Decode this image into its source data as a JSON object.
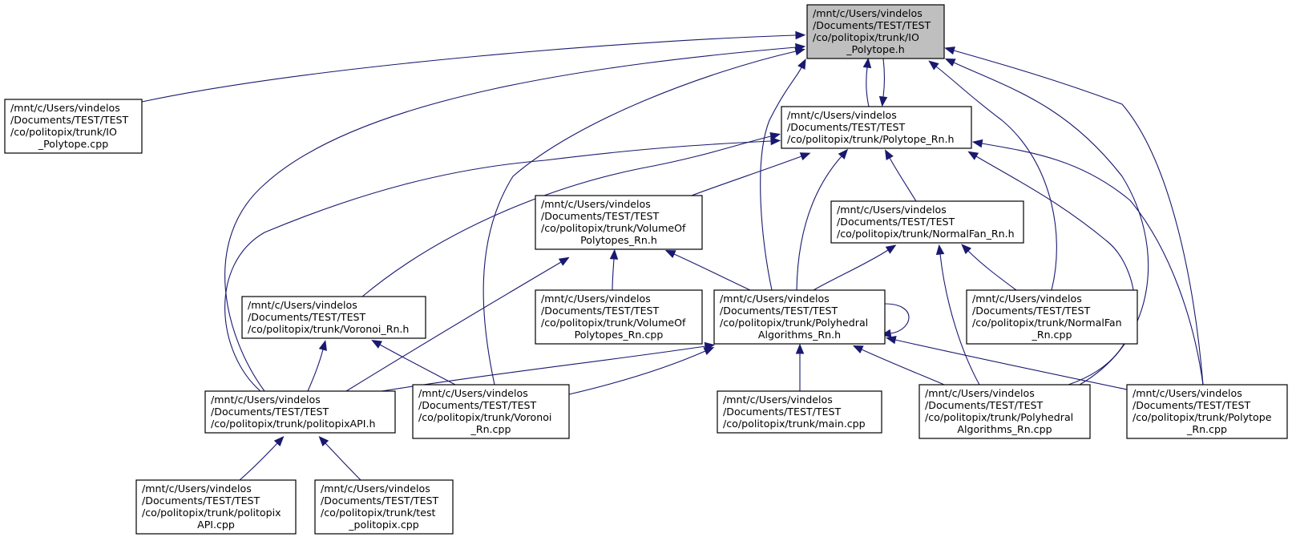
{
  "graph": {
    "nodes": [
      {
        "id": "io_h",
        "focus": true,
        "lines": [
          "/mnt/c/Users/vindelos",
          "/Documents/TEST/TEST",
          "/co/politopix/trunk/IO",
          "_Polytope.h"
        ]
      },
      {
        "id": "io_cpp",
        "lines": [
          "/mnt/c/Users/vindelos",
          "/Documents/TEST/TEST",
          "/co/politopix/trunk/IO",
          "_Polytope.cpp"
        ]
      },
      {
        "id": "polytope_h",
        "lines": [
          "/mnt/c/Users/vindelos",
          "/Documents/TEST/TEST",
          "/co/politopix/trunk/Polytope_Rn.h"
        ]
      },
      {
        "id": "volume_h",
        "lines": [
          "/mnt/c/Users/vindelos",
          "/Documents/TEST/TEST",
          "/co/politopix/trunk/VolumeOf",
          "Polytopes_Rn.h"
        ]
      },
      {
        "id": "normalfan_h",
        "lines": [
          "/mnt/c/Users/vindelos",
          "/Documents/TEST/TEST",
          "/co/politopix/trunk/NormalFan_Rn.h"
        ]
      },
      {
        "id": "voronoi_h",
        "lines": [
          "/mnt/c/Users/vindelos",
          "/Documents/TEST/TEST",
          "/co/politopix/trunk/Voronoi_Rn.h"
        ]
      },
      {
        "id": "volume_cpp",
        "lines": [
          "/mnt/c/Users/vindelos",
          "/Documents/TEST/TEST",
          "/co/politopix/trunk/VolumeOf",
          "Polytopes_Rn.cpp"
        ]
      },
      {
        "id": "polyhedral_h",
        "lines": [
          "/mnt/c/Users/vindelos",
          "/Documents/TEST/TEST",
          "/co/politopix/trunk/Polyhedral",
          "Algorithms_Rn.h"
        ]
      },
      {
        "id": "normalfan_cpp",
        "lines": [
          "/mnt/c/Users/vindelos",
          "/Documents/TEST/TEST",
          "/co/politopix/trunk/NormalFan",
          "_Rn.cpp"
        ]
      },
      {
        "id": "api_h",
        "lines": [
          "/mnt/c/Users/vindelos",
          "/Documents/TEST/TEST",
          "/co/politopix/trunk/politopixAPI.h"
        ]
      },
      {
        "id": "voronoi_cpp",
        "lines": [
          "/mnt/c/Users/vindelos",
          "/Documents/TEST/TEST",
          "/co/politopix/trunk/Voronoi",
          "_Rn.cpp"
        ]
      },
      {
        "id": "main_cpp",
        "lines": [
          "/mnt/c/Users/vindelos",
          "/Documents/TEST/TEST",
          "/co/politopix/trunk/main.cpp"
        ]
      },
      {
        "id": "polyhedral_cpp",
        "lines": [
          "/mnt/c/Users/vindelos",
          "/Documents/TEST/TEST",
          "/co/politopix/trunk/Polyhedral",
          "Algorithms_Rn.cpp"
        ]
      },
      {
        "id": "polytope_cpp",
        "lines": [
          "/mnt/c/Users/vindelos",
          "/Documents/TEST/TEST",
          "/co/politopix/trunk/Polytope",
          "_Rn.cpp"
        ]
      },
      {
        "id": "api_cpp",
        "lines": [
          "/mnt/c/Users/vindelos",
          "/Documents/TEST/TEST",
          "/co/politopix/trunk/politopix",
          "API.cpp"
        ]
      },
      {
        "id": "test_cpp",
        "lines": [
          "/mnt/c/Users/vindelos",
          "/Documents/TEST/TEST",
          "/co/politopix/trunk/test",
          "_politopix.cpp"
        ]
      }
    ],
    "edges": [
      {
        "from": "io_cpp",
        "to": "io_h"
      },
      {
        "from": "api_h",
        "to": "io_h"
      },
      {
        "from": "voronoi_cpp",
        "to": "io_h"
      },
      {
        "from": "polyhedral_h",
        "to": "io_h"
      },
      {
        "from": "polytope_h",
        "to": "io_h"
      },
      {
        "from": "io_h",
        "to": "polytope_h"
      },
      {
        "from": "normalfan_cpp",
        "to": "io_h"
      },
      {
        "from": "polyhedral_cpp",
        "to": "io_h"
      },
      {
        "from": "polytope_cpp",
        "to": "io_h"
      },
      {
        "from": "volume_h",
        "to": "polytope_h"
      },
      {
        "from": "voronoi_h",
        "to": "polytope_h"
      },
      {
        "from": "api_h",
        "to": "polytope_h"
      },
      {
        "from": "polyhedral_h",
        "to": "polytope_h"
      },
      {
        "from": "normalfan_h",
        "to": "polytope_h"
      },
      {
        "from": "polyhedral_cpp",
        "to": "polytope_h"
      },
      {
        "from": "polytope_cpp",
        "to": "polytope_h"
      },
      {
        "from": "volume_cpp",
        "to": "volume_h"
      },
      {
        "from": "api_h",
        "to": "volume_h"
      },
      {
        "from": "polyhedral_h",
        "to": "volume_h"
      },
      {
        "from": "polyhedral_h",
        "to": "normalfan_h"
      },
      {
        "from": "normalfan_cpp",
        "to": "normalfan_h"
      },
      {
        "from": "polyhedral_cpp",
        "to": "normalfan_h"
      },
      {
        "from": "api_h",
        "to": "voronoi_h"
      },
      {
        "from": "voronoi_cpp",
        "to": "voronoi_h"
      },
      {
        "from": "polyhedral_h",
        "to": "polyhedral_h"
      },
      {
        "from": "api_h",
        "to": "polyhedral_h"
      },
      {
        "from": "voronoi_cpp",
        "to": "polyhedral_h"
      },
      {
        "from": "main_cpp",
        "to": "polyhedral_h"
      },
      {
        "from": "polyhedral_cpp",
        "to": "polyhedral_h"
      },
      {
        "from": "polytope_cpp",
        "to": "polyhedral_h"
      },
      {
        "from": "api_cpp",
        "to": "api_h"
      },
      {
        "from": "test_cpp",
        "to": "api_h"
      }
    ]
  }
}
